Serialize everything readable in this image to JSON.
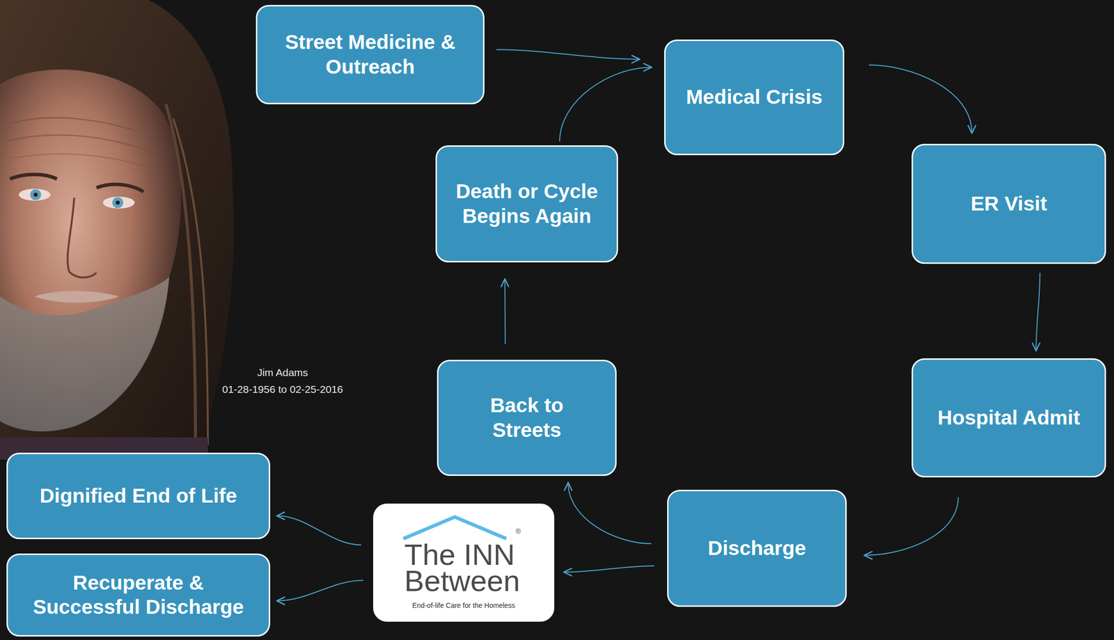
{
  "diagram": {
    "nodes": [
      {
        "text": [
          "Street Medicine & Outreach"
        ]
      },
      {
        "text": [
          "Medical Crisis"
        ]
      },
      {
        "text": [
          "ER Visit"
        ]
      },
      {
        "text": [
          "Hospital Admit"
        ]
      },
      {
        "text": [
          "Discharge"
        ]
      },
      {
        "text": [
          "Back to Streets"
        ]
      },
      {
        "text": [
          "Death or Cycle Begins Again"
        ]
      },
      {
        "text": [
          "®",
          "The INN Between",
          "End-of-life Care for the Homeless"
        ]
      },
      {
        "text": [
          "Dignified End of Life"
        ]
      },
      {
        "text": [
          "Recuperate & Successful Discharge"
        ]
      }
    ],
    "edges": [
      {
        "from": 0,
        "to": 1,
        "arrow": "to"
      },
      {
        "from": 1,
        "to": 2,
        "arrow": "to"
      },
      {
        "from": 2,
        "to": 3,
        "arrow": "to"
      },
      {
        "from": 3,
        "to": 4,
        "arrow": "to"
      },
      {
        "from": 4,
        "to": 5,
        "arrow": "to"
      },
      {
        "from": 4,
        "to": 7,
        "arrow": "to"
      },
      {
        "from": 5,
        "to": 6,
        "arrow": "to"
      },
      {
        "from": 6,
        "to": 1,
        "arrow": "to"
      },
      {
        "from": 7,
        "to": 8,
        "arrow": "to"
      },
      {
        "from": 7,
        "to": 9,
        "arrow": "to"
      }
    ],
    "labels": [
      "Jim Adams",
      "01-28-1956 to 02-25-2016"
    ]
  }
}
